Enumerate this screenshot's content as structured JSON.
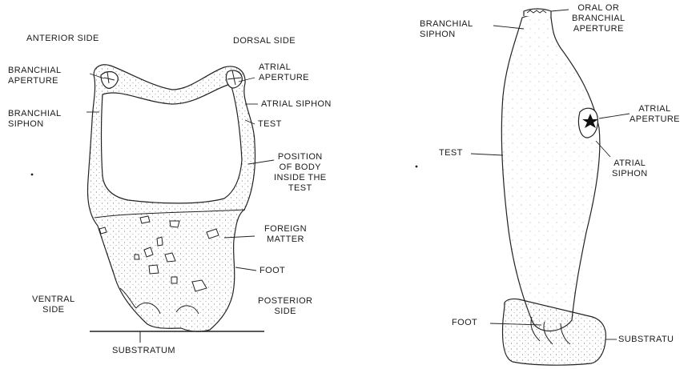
{
  "figure_left": {
    "side_labels": {
      "anterior": "ANTERIOR SIDE",
      "dorsal": "DORSAL SIDE",
      "ventral": [
        "VENTRAL",
        "SIDE"
      ],
      "posterior": [
        "POSTERIOR",
        "SIDE"
      ]
    },
    "parts": {
      "branchial_aperture": [
        "BRANCHIAL",
        "APERTURE"
      ],
      "branchial_siphon": [
        "BRANCHIAL",
        "SIPHON"
      ],
      "atrial_aperture": [
        "ATRIAL",
        "APERTURE"
      ],
      "atrial_siphon": "ATRIAL SIPHON",
      "test": "TEST",
      "position_of_body": [
        "POSITION",
        "OF BODY",
        "INSIDE THE",
        "TEST"
      ],
      "foreign_matter": [
        "FOREIGN",
        "MATTER"
      ],
      "foot": "FOOT",
      "substratum": "SUBSTRATUM"
    }
  },
  "figure_right": {
    "parts": {
      "branchial_siphon": [
        "BRANCHIAL",
        "SIPHON"
      ],
      "oral_aperture": [
        "ORAL OR",
        "BRANCHIAL",
        "APERTURE"
      ],
      "atrial_aperture": [
        "ATRIAL",
        "APERTURE"
      ],
      "atrial_siphon": [
        "ATRIAL",
        "SIPHON"
      ],
      "test": "TEST",
      "foot": "FOOT",
      "substratum": "SUBSTRATU"
    }
  }
}
